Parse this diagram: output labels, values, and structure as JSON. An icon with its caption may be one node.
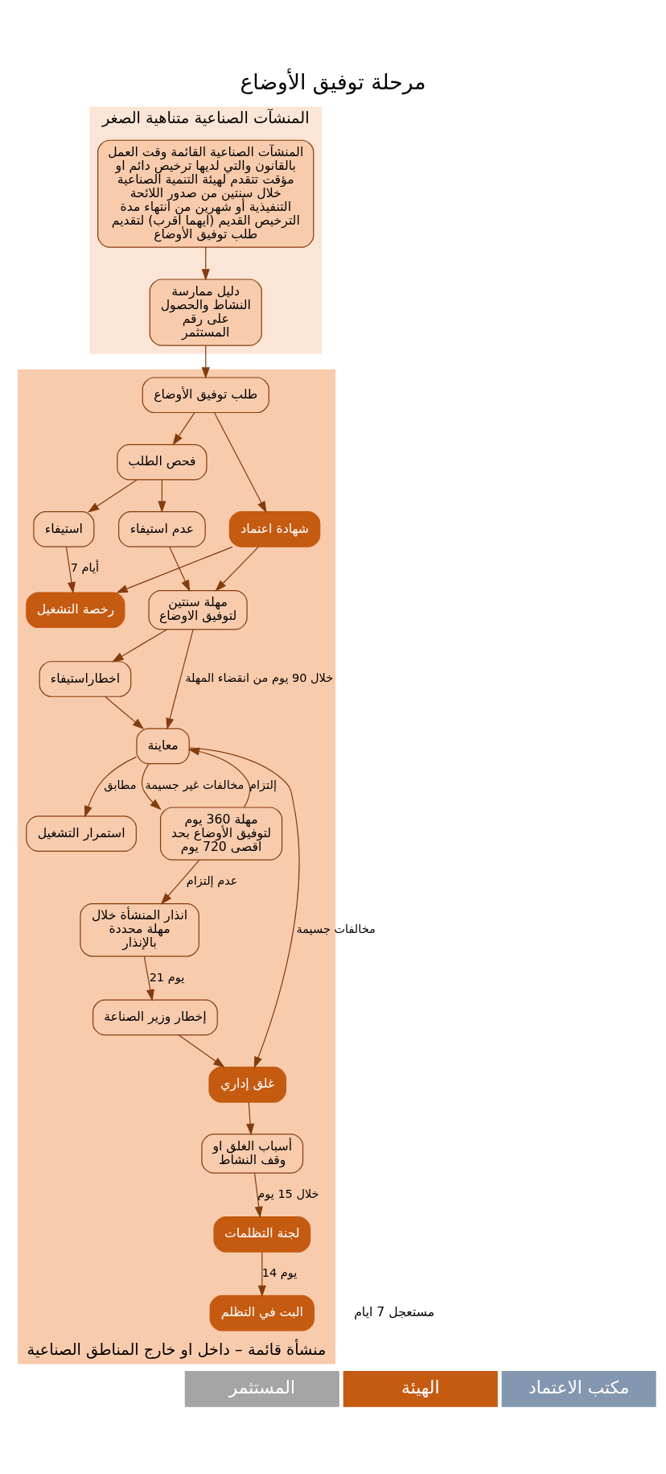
{
  "diagram": {
    "title": "مرحلة توفيق الأوضاع",
    "nodes": [
      {
        "text": [
          "منشأة قائمة – داخل او خارج المناطق الصناعية"
        ]
      },
      {
        "text": [
          "المنشآت الصناعية متناهية الصغر"
        ]
      },
      {
        "text": [
          "المستثمر"
        ]
      },
      {
        "text": [
          "الهيئة"
        ]
      },
      {
        "text": [
          "مكتب الاعتماد"
        ]
      },
      {
        "text": [
          "المنشآت الصناعية القائمة وقت العمل بالقانون والتي لديها ترخيص دائم او مؤقت تتقدم لهيئة التنمية الصناعية خلال سنتين من صدور اللائحة التنفيذية أو شهرين من انتهاء مدة الترخيص القديم (ايهما اقرب) لتقديم طلب توفيق الأوضاع"
        ],
        "in": 1
      },
      {
        "text": [
          "دليل ممارسة النشاط والحصول على رقم المستثمر"
        ],
        "in": 1
      },
      {
        "text": [
          "طلب توفيق الأوضاع"
        ],
        "in": 0
      },
      {
        "text": [
          "فحص الطلب"
        ],
        "in": 0
      },
      {
        "text": [
          "استيفاء"
        ],
        "in": 0
      },
      {
        "text": [
          "عدم استيفاء"
        ],
        "in": 0
      },
      {
        "text": [
          "رخصة التشغيل"
        ],
        "in": 0
      },
      {
        "text": [
          "شهادة اعتماد"
        ],
        "in": 0
      },
      {
        "text": [
          "مهلة سنتين لتوفيق الاوضاع"
        ],
        "in": 0
      },
      {
        "text": [
          "اخطاراستيفاء"
        ],
        "in": 0
      },
      {
        "text": [
          "معاينة"
        ],
        "in": 0
      },
      {
        "text": [
          "مهلة 360 يوم لتوفيق الأوضاع بحد اقصى 720 يوم"
        ],
        "in": 0
      },
      {
        "text": [
          "استمرار التشغيل"
        ],
        "in": 0
      },
      {
        "text": [
          "انذار المنشأة خلال مهلة محددة بالإنذار"
        ],
        "in": 0
      },
      {
        "text": [
          "إخطار وزير الصناعة"
        ],
        "in": 0
      },
      {
        "text": [
          "غلق إداري"
        ],
        "in": 0
      },
      {
        "text": [
          "أسباب الغلق او وقف النشاط"
        ],
        "in": 0
      },
      {
        "text": [
          "لجنة التظلمات"
        ],
        "in": 0
      },
      {
        "text": [
          "البت في التظلم"
        ],
        "in": 0
      }
    ],
    "edges": [
      {
        "from": 5,
        "to": 6,
        "arrow": "to"
      },
      {
        "from": 6,
        "to": 7,
        "arrow": "to"
      },
      {
        "from": 7,
        "to": 8,
        "arrow": "to"
      },
      {
        "from": 8,
        "to": 9,
        "arrow": "to"
      },
      {
        "from": 8,
        "to": 10,
        "arrow": "to"
      },
      {
        "from": 9,
        "to": 11,
        "arrow": "to",
        "label": "7 أيام"
      },
      {
        "from": 7,
        "to": 12,
        "arrow": "to"
      },
      {
        "from": 12,
        "to": 11,
        "arrow": "to"
      },
      {
        "from": 12,
        "to": 13,
        "arrow": "to"
      },
      {
        "from": 10,
        "to": 13,
        "arrow": "to"
      },
      {
        "from": 13,
        "to": 14,
        "arrow": "to"
      },
      {
        "from": 14,
        "to": 15,
        "arrow": "to"
      },
      {
        "from": 13,
        "to": 15,
        "arrow": "to",
        "label": "خلال 90 يوم من انقضاء المهلة"
      },
      {
        "from": 15,
        "to": 16,
        "arrow": "to",
        "label": "مخالفات غير جسيمة"
      },
      {
        "from": 15,
        "to": 17,
        "arrow": "to",
        "label": "مطابق"
      },
      {
        "from": 16,
        "to": 15,
        "arrow": "to",
        "label": "إلتزام"
      },
      {
        "from": 16,
        "to": 18,
        "arrow": "to",
        "label": "عدم إلتزام"
      },
      {
        "from": 18,
        "to": 19,
        "arrow": "to",
        "label": "21 يوم"
      },
      {
        "from": 19,
        "to": 20,
        "arrow": "to"
      },
      {
        "from": 15,
        "to": 20,
        "arrow": "to",
        "label": "مخالفات جسيمة"
      },
      {
        "from": 20,
        "to": 21,
        "arrow": "to"
      },
      {
        "from": 21,
        "to": 22,
        "arrow": "to",
        "label": "خلال 15 يوم"
      },
      {
        "from": 22,
        "to": 23,
        "arrow": "to",
        "label": "14 يوم"
      }
    ],
    "labels": [
      "مستعجل 7 ايام"
    ]
  }
}
